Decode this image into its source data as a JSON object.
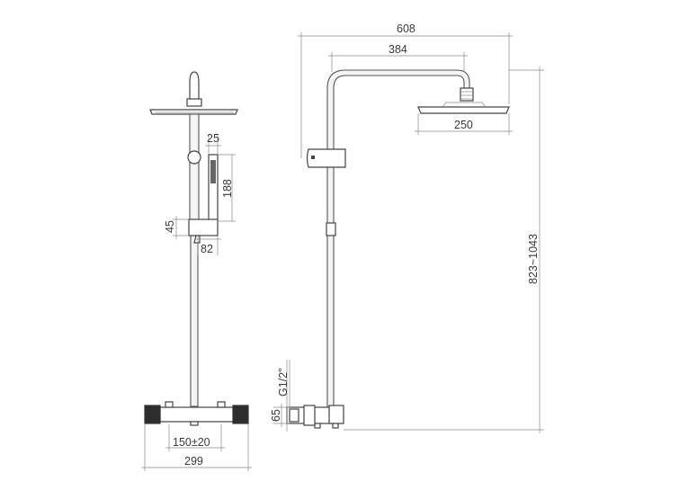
{
  "drawing": {
    "accent_color": "#444444",
    "dimension_color": "#8a8a8a",
    "side_view": {
      "handshower_width": "25",
      "handshower_length": "188",
      "holder_height": "45",
      "holder_depth": "82",
      "center_distance": "150±20",
      "mixer_width": "299"
    },
    "front_view": {
      "overall_reach": "608",
      "arm_length": "384",
      "head_diameter": "250",
      "height_range": "823~1043",
      "inlet_thread": "G1/2\"",
      "inlet_offset": "65"
    }
  }
}
